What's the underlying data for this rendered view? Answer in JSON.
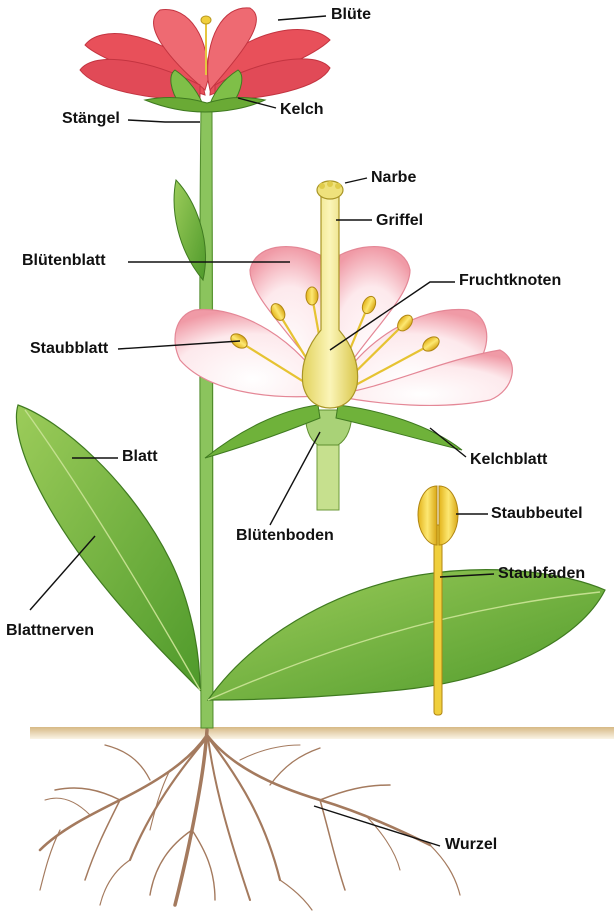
{
  "labels": {
    "bluete": "Blüte",
    "kelch": "Kelch",
    "staengel": "Stängel",
    "narbe": "Narbe",
    "griffel": "Griffel",
    "bluetenblatt": "Blütenblatt",
    "fruchtknoten": "Fruchtknoten",
    "staubblatt": "Staubblatt",
    "blatt": "Blatt",
    "kelchblatt": "Kelchblatt",
    "bluetenboden": "Blütenboden",
    "staubbeutel": "Staubbeutel",
    "staubfaden": "Staubfaden",
    "blattnerven": "Blattnerven",
    "wurzel": "Wurzel"
  },
  "colors": {
    "petal_red": "#e8505a",
    "petal_pink": "#f4a9b2",
    "leaf_green": "#6fb23a",
    "stem_green": "#8cc460",
    "stamen_yellow": "#f0cf3c",
    "root_brown": "#a0765a",
    "soil": "#e6d2a6"
  }
}
